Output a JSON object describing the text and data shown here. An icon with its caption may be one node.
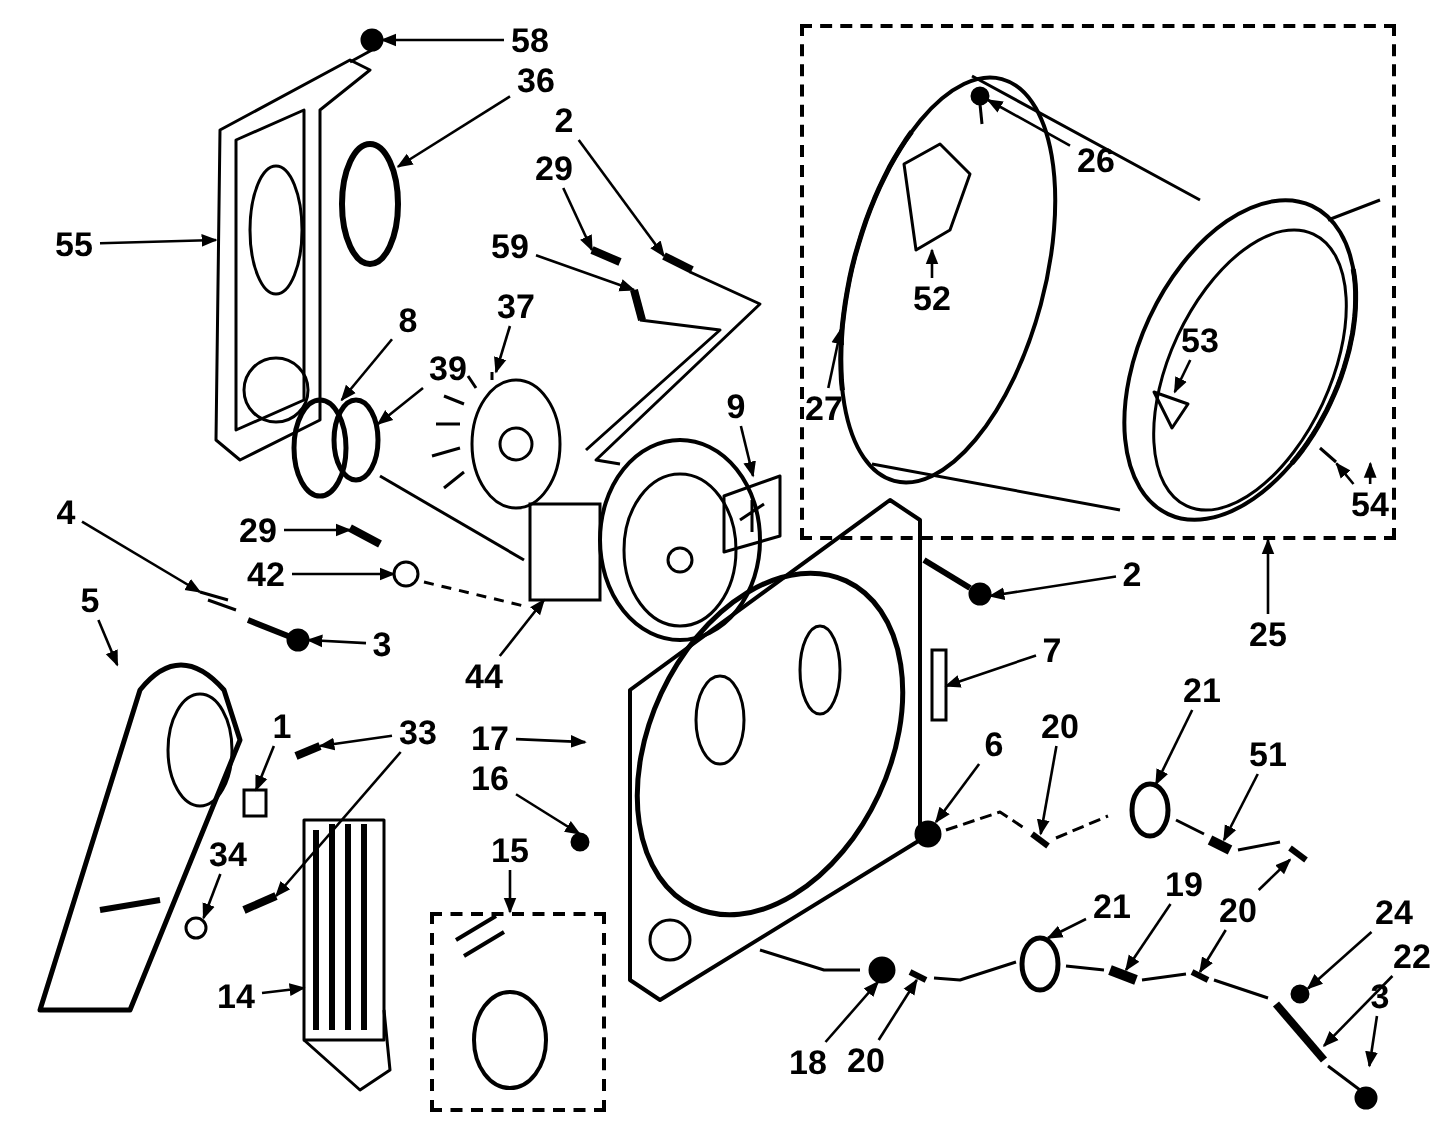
{
  "diagram": {
    "nodes": [
      {
        "text": [
          "58"
        ]
      },
      {
        "text": [
          "36"
        ]
      },
      {
        "text": [
          "2"
        ]
      },
      {
        "text": [
          "29"
        ]
      },
      {
        "text": [
          "59"
        ]
      },
      {
        "text": [
          "55"
        ]
      },
      {
        "text": [],
        "shape": "box"
      },
      {
        "text": [
          "26"
        ],
        "in": 6
      },
      {
        "text": [
          "52"
        ],
        "in": 6
      },
      {
        "text": [
          "27"
        ],
        "in": 6
      },
      {
        "text": [
          "53"
        ],
        "in": 6
      },
      {
        "text": [
          "54"
        ],
        "in": 6
      },
      {
        "text": [
          "37"
        ]
      },
      {
        "text": [
          "8"
        ]
      },
      {
        "text": [
          "39"
        ]
      },
      {
        "text": [
          "9"
        ]
      },
      {
        "text": [
          "29"
        ]
      },
      {
        "text": [
          "4"
        ]
      },
      {
        "text": [
          "42"
        ]
      },
      {
        "text": [
          "5"
        ]
      },
      {
        "text": [
          "3"
        ]
      },
      {
        "text": [
          "44"
        ]
      },
      {
        "text": [
          "2"
        ]
      },
      {
        "text": [
          "25"
        ]
      },
      {
        "text": [
          "7"
        ]
      },
      {
        "text": [
          "21"
        ]
      },
      {
        "text": [
          "1"
        ]
      },
      {
        "text": [
          "33"
        ]
      },
      {
        "text": [
          "17"
        ]
      },
      {
        "text": [
          "6"
        ]
      },
      {
        "text": [
          "20"
        ]
      },
      {
        "text": [
          "16"
        ]
      },
      {
        "text": [
          "51"
        ]
      },
      {
        "text": [
          "34"
        ]
      },
      {
        "text": [
          "15"
        ]
      },
      {
        "text": [],
        "shape": "box"
      },
      {
        "text": [
          "21"
        ]
      },
      {
        "text": [
          "19"
        ]
      },
      {
        "text": [
          "20"
        ]
      },
      {
        "text": [
          "24"
        ]
      },
      {
        "text": [
          "22"
        ]
      },
      {
        "text": [
          "3"
        ]
      },
      {
        "text": [
          "14"
        ]
      },
      {
        "text": [
          "18"
        ]
      },
      {
        "text": [
          "20"
        ]
      },
      {
        "text": [],
        "shape": "circle"
      },
      {
        "text": [],
        "shape": "circle"
      },
      {
        "text": [],
        "shape": "bar"
      },
      {
        "text": [],
        "shape": "bar"
      },
      {
        "text": [],
        "shape": "bar"
      },
      {
        "text": [],
        "shape": "picture"
      },
      {
        "text": [],
        "shape": "picture",
        "in": 6
      },
      {
        "text": [],
        "shape": "picture",
        "in": 6
      },
      {
        "text": [],
        "shape": "picture",
        "in": 6
      },
      {
        "text": [],
        "shape": "picture",
        "in": 6
      },
      {
        "text": [],
        "shape": "picture",
        "in": 6
      },
      {
        "text": [],
        "shape": "picture"
      },
      {
        "text": [],
        "shape": "circle"
      },
      {
        "text": [],
        "shape": "circle"
      },
      {
        "text": [],
        "shape": "picture"
      },
      {
        "text": [],
        "shape": "bar"
      },
      {
        "text": [],
        "shape": "picture"
      },
      {
        "text": [],
        "shape": "circle"
      },
      {
        "text": [],
        "shape": "picture"
      },
      {
        "text": [],
        "shape": "picture"
      },
      {
        "text": [],
        "shape": "box"
      },
      {
        "text": [],
        "shape": "picture"
      },
      {
        "text": [],
        "shape": "box"
      },
      {
        "text": [],
        "shape": "circle"
      },
      {
        "text": [],
        "shape": "box"
      },
      {
        "text": [],
        "shape": "bar"
      },
      {
        "text": [],
        "shape": "bar"
      },
      {
        "text": [],
        "shape": "picture"
      },
      {
        "text": [],
        "shape": "circle"
      },
      {
        "text": [],
        "shape": "bar"
      },
      {
        "text": [],
        "shape": "circle"
      },
      {
        "text": [],
        "shape": "bar"
      },
      {
        "text": [],
        "shape": "circle"
      },
      {
        "text": [],
        "shape": "circle"
      },
      {
        "text": [],
        "shape": "bar"
      },
      {
        "text": [],
        "shape": "bar"
      },
      {
        "text": [],
        "shape": "bar"
      },
      {
        "text": [],
        "shape": "circle"
      },
      {
        "text": [],
        "shape": "bar"
      },
      {
        "text": [],
        "shape": "picture"
      },
      {
        "text": [],
        "shape": "picture"
      },
      {
        "text": [],
        "shape": "circle"
      },
      {
        "text": [],
        "shape": "bar"
      }
    ],
    "edges": [
      {
        "from": 0,
        "to": 45,
        "arrow": "to"
      },
      {
        "from": 1,
        "to": 46,
        "arrow": "to"
      },
      {
        "from": 2,
        "to": 47,
        "arrow": "to"
      },
      {
        "from": 3,
        "to": 48,
        "arrow": "to"
      },
      {
        "from": 4,
        "to": 49,
        "arrow": "to"
      },
      {
        "from": 5,
        "to": 50,
        "arrow": "to"
      },
      {
        "from": 7,
        "to": 51,
        "arrow": "to"
      },
      {
        "from": 8,
        "to": 52,
        "arrow": "to"
      },
      {
        "from": 9,
        "to": 53,
        "arrow": "to"
      },
      {
        "from": 10,
        "to": 54,
        "arrow": "to"
      },
      {
        "from": 11,
        "to": 55,
        "arrow": "to"
      },
      {
        "from": 11,
        "to": 55,
        "arrow": "to"
      },
      {
        "from": 12,
        "to": 56,
        "arrow": "to"
      },
      {
        "from": 13,
        "to": 57,
        "arrow": "to"
      },
      {
        "from": 14,
        "to": 58,
        "arrow": "to"
      },
      {
        "from": 15,
        "to": 59,
        "arrow": "to"
      },
      {
        "from": 16,
        "to": 60,
        "arrow": "to"
      },
      {
        "from": 17,
        "to": 61,
        "arrow": "to"
      },
      {
        "from": 18,
        "to": 62,
        "arrow": "to"
      },
      {
        "from": 19,
        "to": 63,
        "arrow": "to"
      },
      {
        "from": 20,
        "to": 64,
        "arrow": "to"
      },
      {
        "from": 21,
        "to": 65,
        "arrow": "to"
      },
      {
        "from": 22,
        "to": 66,
        "arrow": "to"
      },
      {
        "from": 23,
        "to": 6,
        "arrow": "to"
      },
      {
        "from": 24,
        "to": 67,
        "arrow": "to"
      },
      {
        "from": 25,
        "to": 68,
        "arrow": "to"
      },
      {
        "from": 26,
        "to": 69,
        "arrow": "to"
      },
      {
        "from": 27,
        "to": 70,
        "arrow": "to"
      },
      {
        "from": 27,
        "to": 71,
        "arrow": "to"
      },
      {
        "from": 28,
        "to": 72,
        "arrow": "to"
      },
      {
        "from": 29,
        "to": 73,
        "arrow": "to"
      },
      {
        "from": 30,
        "to": 74,
        "arrow": "to"
      },
      {
        "from": 31,
        "to": 75,
        "arrow": "to"
      },
      {
        "from": 32,
        "to": 76,
        "arrow": "to"
      },
      {
        "from": 33,
        "to": 77,
        "arrow": "to"
      },
      {
        "from": 34,
        "to": 35,
        "arrow": "to"
      },
      {
        "from": 36,
        "to": 78,
        "arrow": "to"
      },
      {
        "from": 37,
        "to": 79,
        "arrow": "to"
      },
      {
        "from": 38,
        "to": 80,
        "arrow": "to"
      },
      {
        "from": 38,
        "to": 81,
        "arrow": "to"
      },
      {
        "from": 39,
        "to": 82,
        "arrow": "to"
      },
      {
        "from": 40,
        "to": 83,
        "arrow": "to"
      },
      {
        "from": 41,
        "to": 84,
        "arrow": "to"
      },
      {
        "from": 42,
        "to": 85,
        "arrow": "to"
      },
      {
        "from": 43,
        "to": 86,
        "arrow": "to"
      },
      {
        "from": 44,
        "to": 87,
        "arrow": "to"
      }
    ]
  }
}
